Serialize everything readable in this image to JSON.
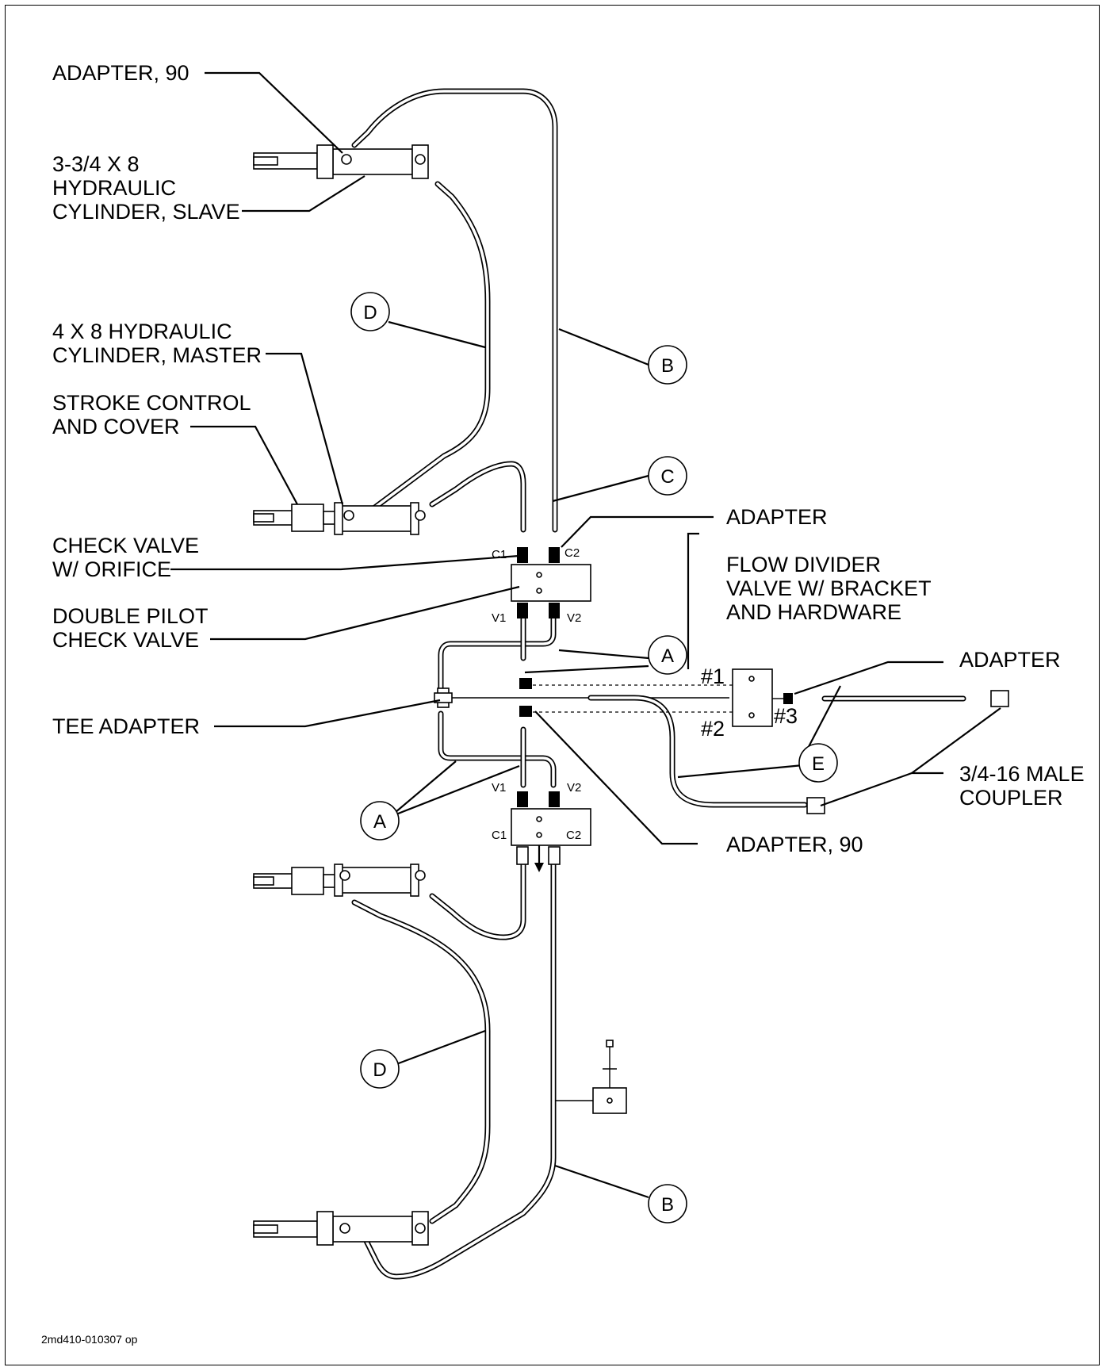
{
  "labels": {
    "adapter_90_top": "ADAPTER, 90",
    "slave_cyl_1": "3-3/4 X 8",
    "slave_cyl_2": "HYDRAULIC",
    "slave_cyl_3": "CYLINDER, SLAVE",
    "master_cyl_1": "4 X 8 HYDRAULIC",
    "master_cyl_2": "CYLINDER, MASTER",
    "stroke_1": "STROKE CONTROL",
    "stroke_2": "AND COVER",
    "check_valve_1": "CHECK VALVE",
    "check_valve_2": "W/ ORIFICE",
    "double_pilot_1": "DOUBLE PILOT",
    "double_pilot_2": "CHECK VALVE",
    "tee_adapter": "TEE ADAPTER",
    "adapter_top": "ADAPTER",
    "flow_divider_1": "FLOW DIVIDER",
    "flow_divider_2": "VALVE W/ BRACKET",
    "flow_divider_3": "AND HARDWARE",
    "adapter_right": "ADAPTER",
    "coupler_1": "3/4-16 MALE",
    "coupler_2": "COUPLER",
    "adapter_90_bottom": "ADAPTER, 90"
  },
  "ports": {
    "c1_top": "C1",
    "c2_top": "C2",
    "v1_top": "V1",
    "v2_top": "V2",
    "v1_bot": "V1",
    "v2_bot": "V2",
    "c1_bot": "C1",
    "c2_bot": "C2",
    "fd_1": "#1",
    "fd_2": "#2",
    "fd_3": "#3"
  },
  "bubbles": {
    "d_top": "D",
    "b_top": "B",
    "c": "C",
    "a_top": "A",
    "e": "E",
    "a_bottom": "A",
    "d_bottom": "D",
    "b_bottom": "B"
  },
  "footer": {
    "drawing_id": "2md410-010307 op"
  }
}
